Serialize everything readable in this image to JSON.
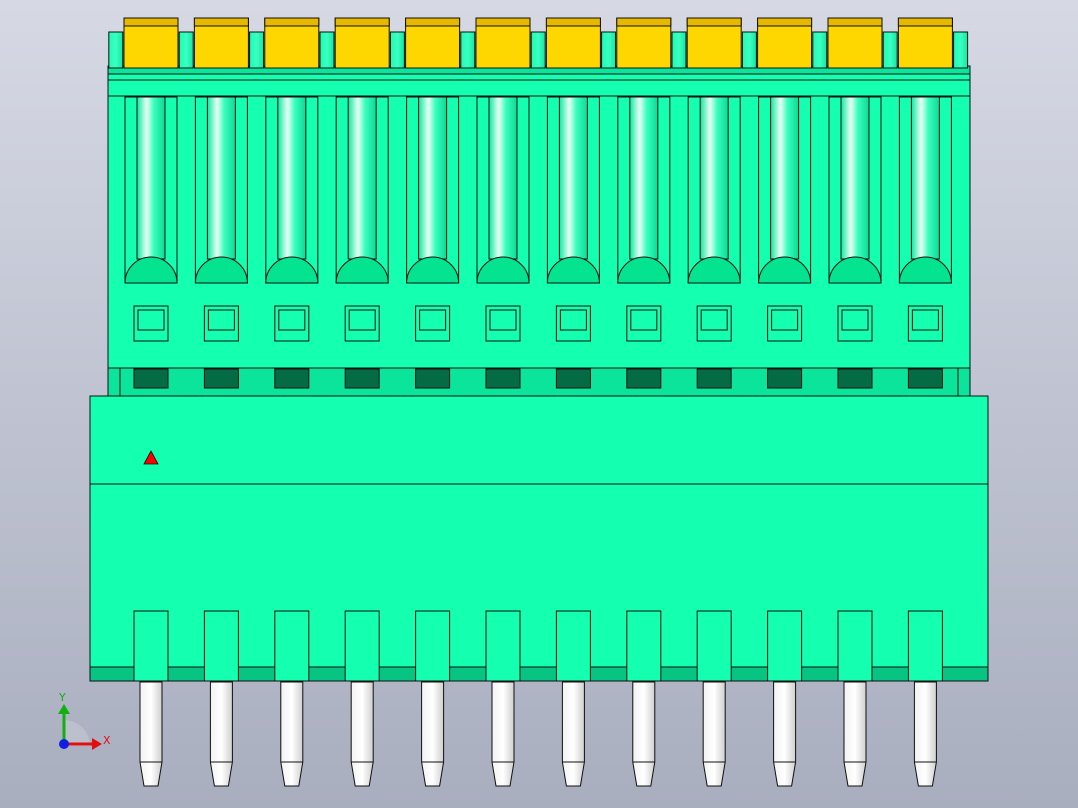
{
  "viewport": {
    "background_top": "#d6d9e4",
    "background_bottom": "#a9aebf"
  },
  "model": {
    "pin_count": 12,
    "colors": {
      "body": "#14ffb0",
      "body_shade": "#0be59b",
      "body_dark": "#07c482",
      "slot_dark": "#056b44",
      "cap": "#ffd700",
      "cap_shade": "#e6b800",
      "pin": "#ffffff",
      "pin_shade": "#d9d9d9",
      "outline": "#101010",
      "marker": "#ff0000"
    },
    "polarity_marker": "triangle-marker"
  },
  "triad": {
    "x_label": "X",
    "y_label": "Y",
    "x_color": "#e01010",
    "y_color": "#10b010",
    "z_color": "#1020e0"
  }
}
